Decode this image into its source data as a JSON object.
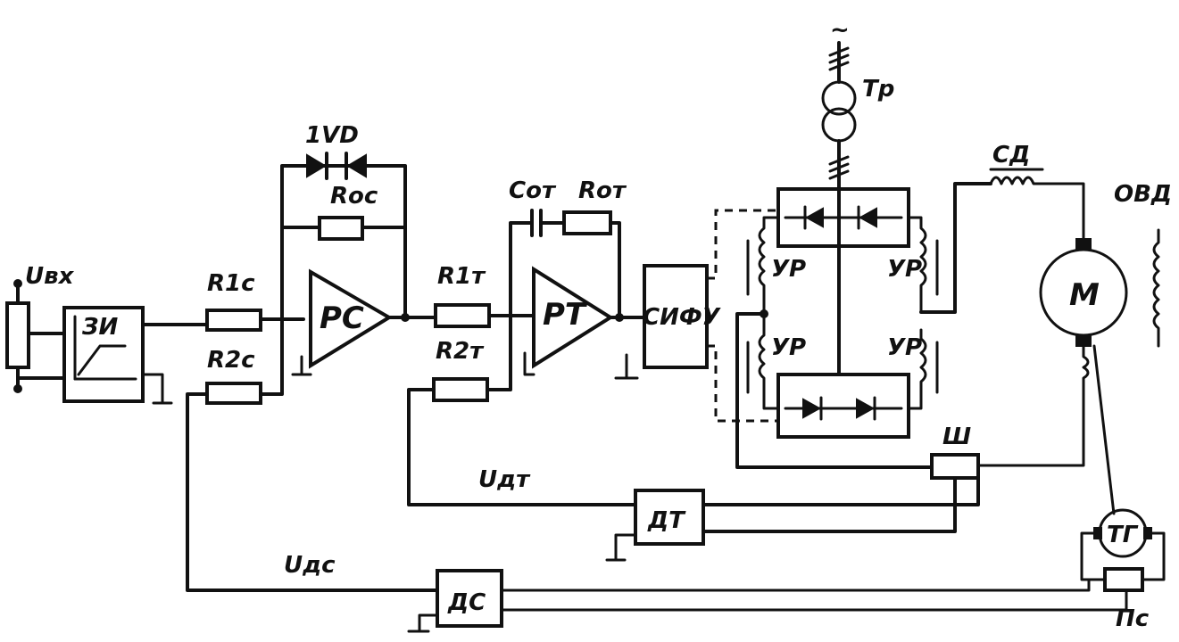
{
  "labels": {
    "input_voltage": "Uвх",
    "zi_block": "ЗИ",
    "r1c": "R1с",
    "r2c": "R2с",
    "diodes": "1VD",
    "roc": "Rос",
    "pc": "РС",
    "r1t": "R1т",
    "r2t": "R2т",
    "cot": "Cот",
    "rot": "Rот",
    "pt": "РТ",
    "sifu": "СИФУ",
    "tr": "Тр",
    "ur": "УР",
    "sd": "СД",
    "ovd": "ОВД",
    "motor": "М",
    "shunt": "Ш",
    "udt": "Uдт",
    "dt": "ДТ",
    "udc": "Uдс",
    "dc": "ДС",
    "tg": "ТГ",
    "pc_potentiometer": "Пс",
    "ac_symbol": "~"
  }
}
